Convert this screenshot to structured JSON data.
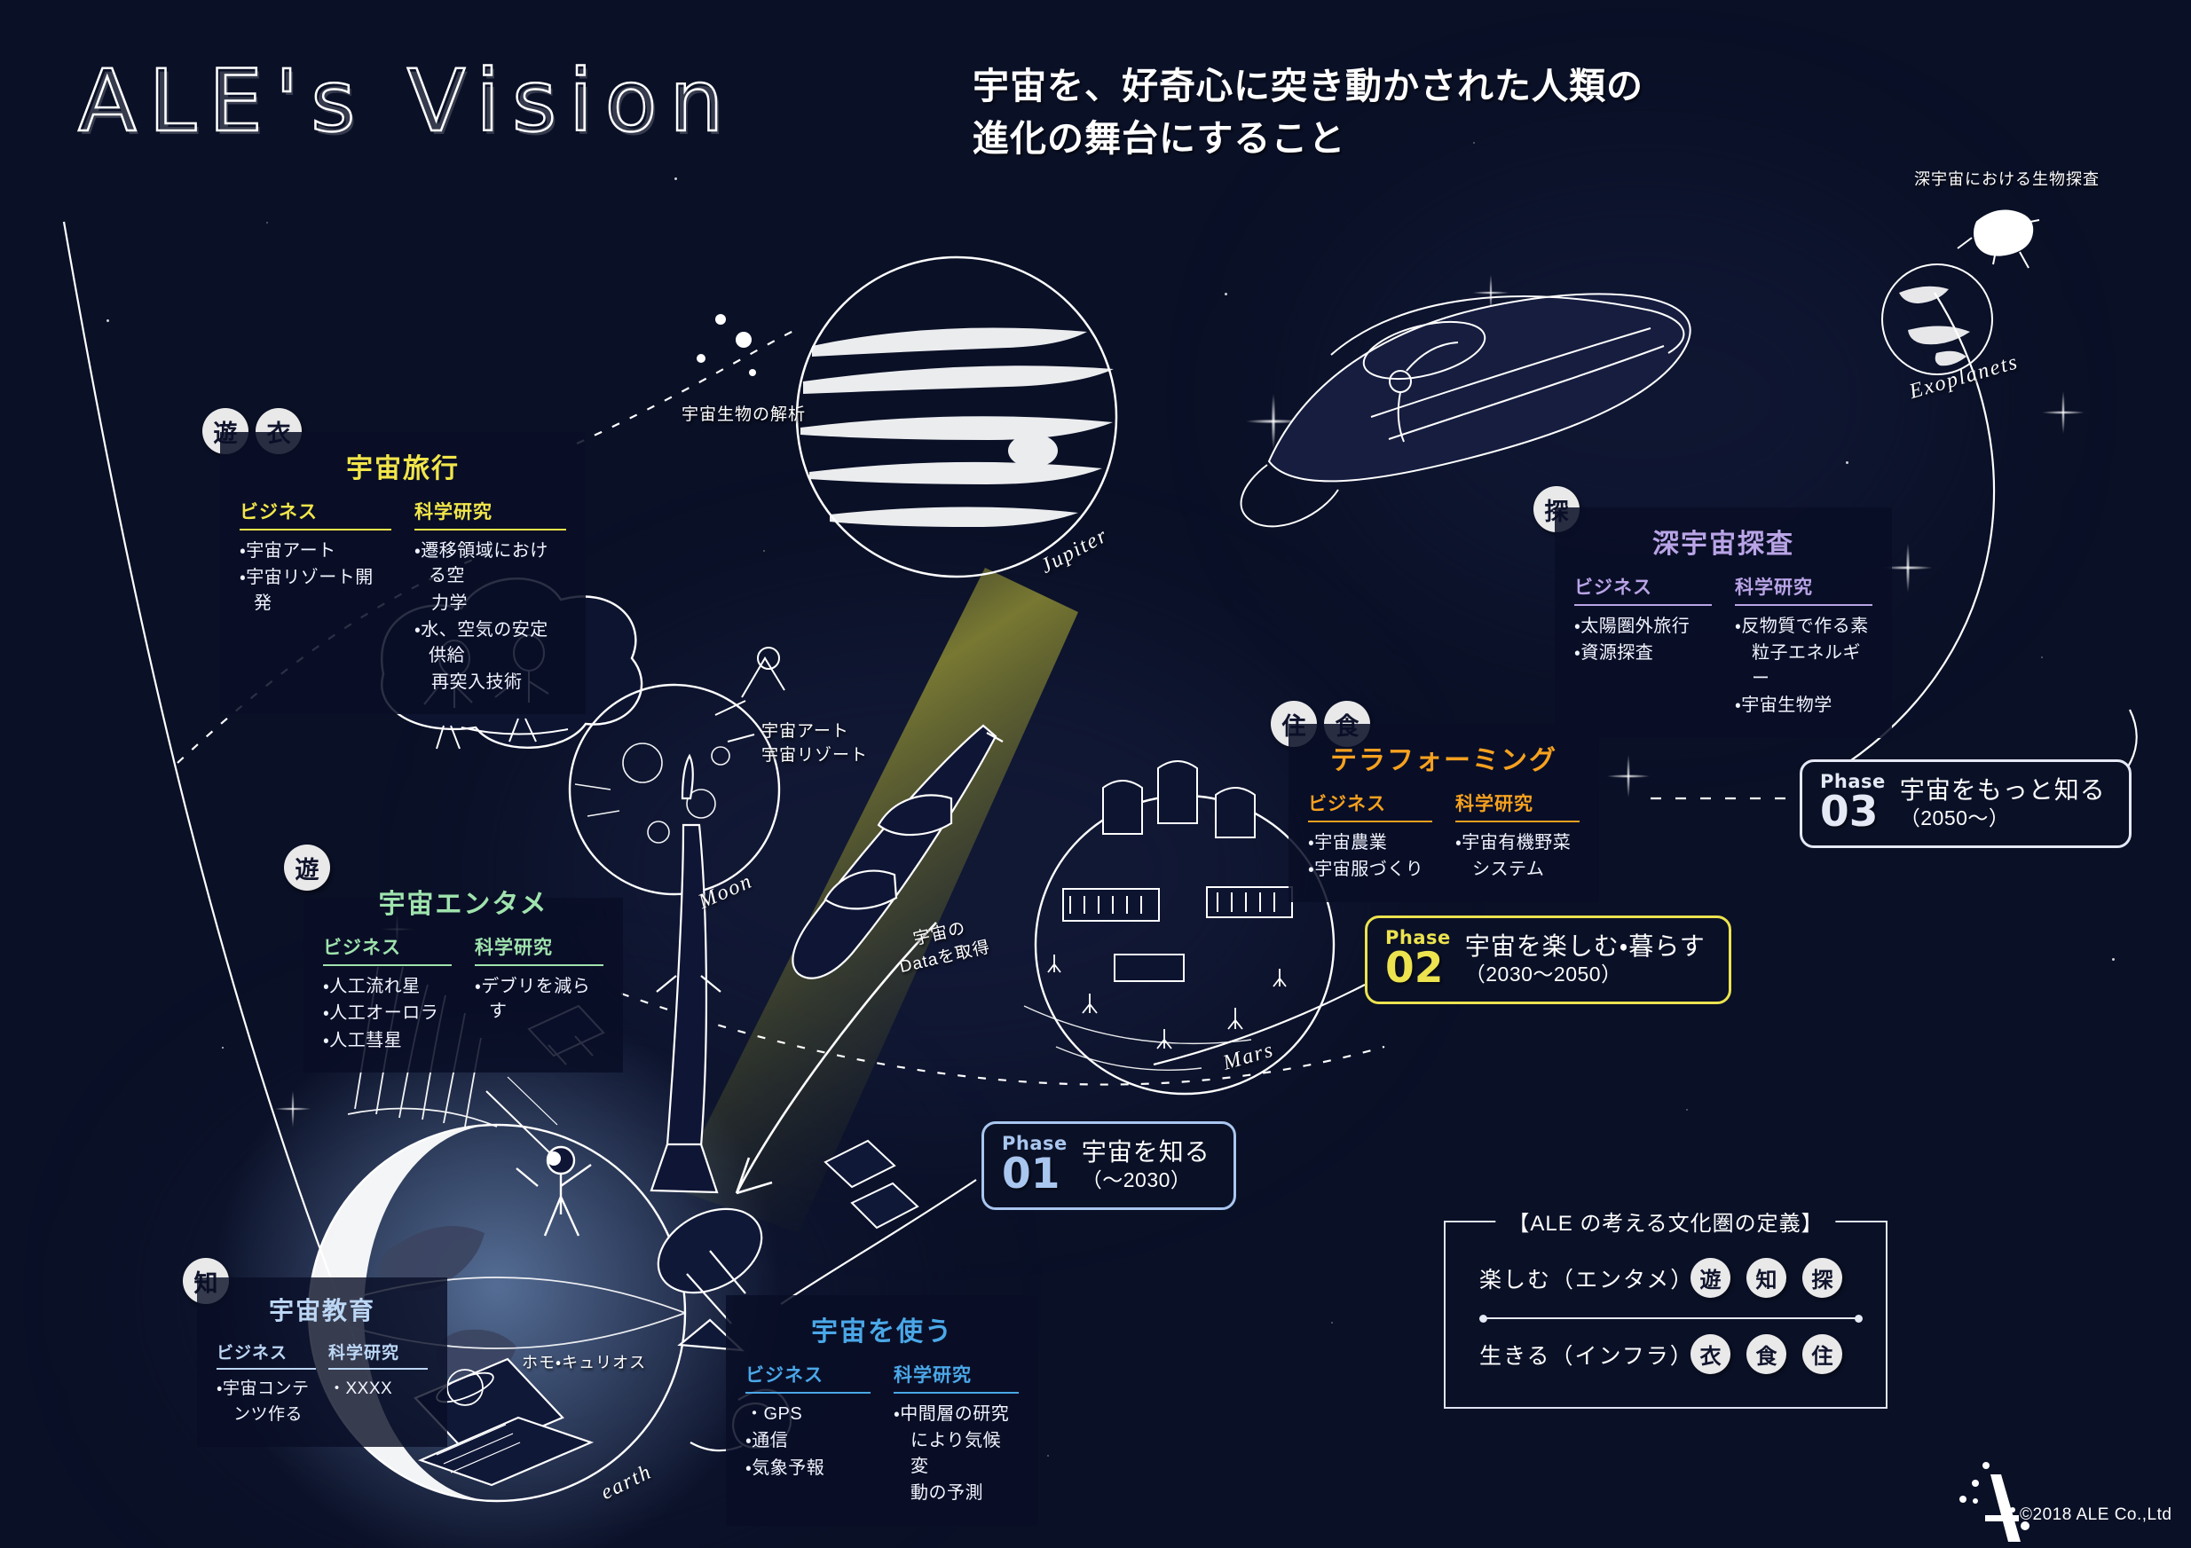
{
  "header": {
    "title": "ALE's Vision",
    "subtitle_line1": "宇宙を、好奇心に突き動かされた人類の",
    "subtitle_line2": "進化の舞台にすること"
  },
  "cards": [
    {
      "id": "space-travel",
      "badges": [
        "遊",
        "衣"
      ],
      "title": "宇宙旅行",
      "accent": "#f2e64a",
      "business_head": "ビジネス",
      "business_items": [
        "・宇宙アート",
        "・宇宙リゾート開発"
      ],
      "science_head": "科学研究",
      "science_items": [
        "・遷移領域における空",
        "力学",
        "・水、空気の安定供給",
        "再突入技術"
      ]
    },
    {
      "id": "deep-space-exploration",
      "badges": [
        "探"
      ],
      "title": "深宇宙探査",
      "accent": "#b9a4e6",
      "business_head": "ビジネス",
      "business_items": [
        "・太陽圏外旅行",
        "・資源探査"
      ],
      "science_head": "科学研究",
      "science_items": [
        "・反物質で作る素",
        "粒子エネルギー",
        "・宇宙生物学"
      ]
    },
    {
      "id": "terraforming",
      "badges": [
        "住",
        "食"
      ],
      "title": "テラフォーミング",
      "accent": "#f6a11f",
      "business_head": "ビジネス",
      "business_items": [
        "・宇宙農業",
        "・宇宙服づくり"
      ],
      "science_head": "科学研究",
      "science_items": [
        "・宇宙有機野菜",
        "システム"
      ]
    },
    {
      "id": "space-entertainment",
      "badges": [
        "遊"
      ],
      "title": "宇宙エンタメ",
      "accent": "#9fe3ad",
      "business_head": "ビジネス",
      "business_items": [
        "・人工流れ星",
        "・人工オーロラ",
        "・人工彗星"
      ],
      "science_head": "科学研究",
      "science_items": [
        "・デブリを減らす"
      ]
    },
    {
      "id": "space-education",
      "badges": [
        "知"
      ],
      "title": "宇宙教育",
      "accent": "#bcd7f5",
      "business_head": "ビジネス",
      "business_items": [
        "・宇宙コンテ",
        "ンツ作る"
      ],
      "science_head": "科学研究",
      "science_items": [
        "・XXXX"
      ]
    },
    {
      "id": "use-space",
      "badges": [],
      "title": "宇宙を使う",
      "accent": "#4aa8e8",
      "business_head": "ビジネス",
      "business_items": [
        "・GPS",
        "・通信",
        "・気象予報"
      ],
      "science_head": "科学研究",
      "science_items": [
        "・中間層の研究",
        "により気候変",
        "動の予測"
      ]
    }
  ],
  "phases": [
    {
      "id": "phase-01",
      "word": "Phase",
      "number": "01",
      "title": "宇宙を知る",
      "period": "（〜2030）",
      "accent": "#a9c6ef"
    },
    {
      "id": "phase-02",
      "word": "Phase",
      "number": "02",
      "title": "宇宙を楽しむ・暮らす",
      "period": "（2030〜2050）",
      "accent": "#ece34f"
    },
    {
      "id": "phase-03",
      "word": "Phase",
      "number": "03",
      "title": "宇宙をもっと知る",
      "period": "（2050〜）",
      "accent": "#e4e9f5"
    }
  ],
  "legend": {
    "title": "【ALE の考える文化圏の定義】",
    "rows": [
      {
        "label": "楽しむ（エンタメ）",
        "chips": [
          "遊",
          "知",
          "探"
        ]
      },
      {
        "label": "生きる（インフラ）",
        "chips": [
          "衣",
          "食",
          "住"
        ]
      }
    ]
  },
  "annotations": [
    {
      "id": "anno-exobiology",
      "text": "深宇宙における生物探査"
    },
    {
      "id": "anno-lifeform-analysis",
      "text": "宇宙生物の解析"
    },
    {
      "id": "anno-space-art-resort",
      "text": "宇宙アート\n宇宙リゾート"
    },
    {
      "id": "anno-space-data",
      "text": "宇宙の\nDataを取得"
    },
    {
      "id": "anno-homo-curious",
      "text": "ホモ・キュリオス"
    }
  ],
  "planet_labels": [
    {
      "id": "label-jupiter",
      "text": "Jupiter"
    },
    {
      "id": "label-moon",
      "text": "Moon"
    },
    {
      "id": "label-mars",
      "text": "Mars"
    },
    {
      "id": "label-earth",
      "text": "earth"
    },
    {
      "id": "label-exoplanets",
      "text": "Exoplanets"
    }
  ],
  "footer": {
    "copyright": "©2018 ALE Co.,Ltd"
  }
}
